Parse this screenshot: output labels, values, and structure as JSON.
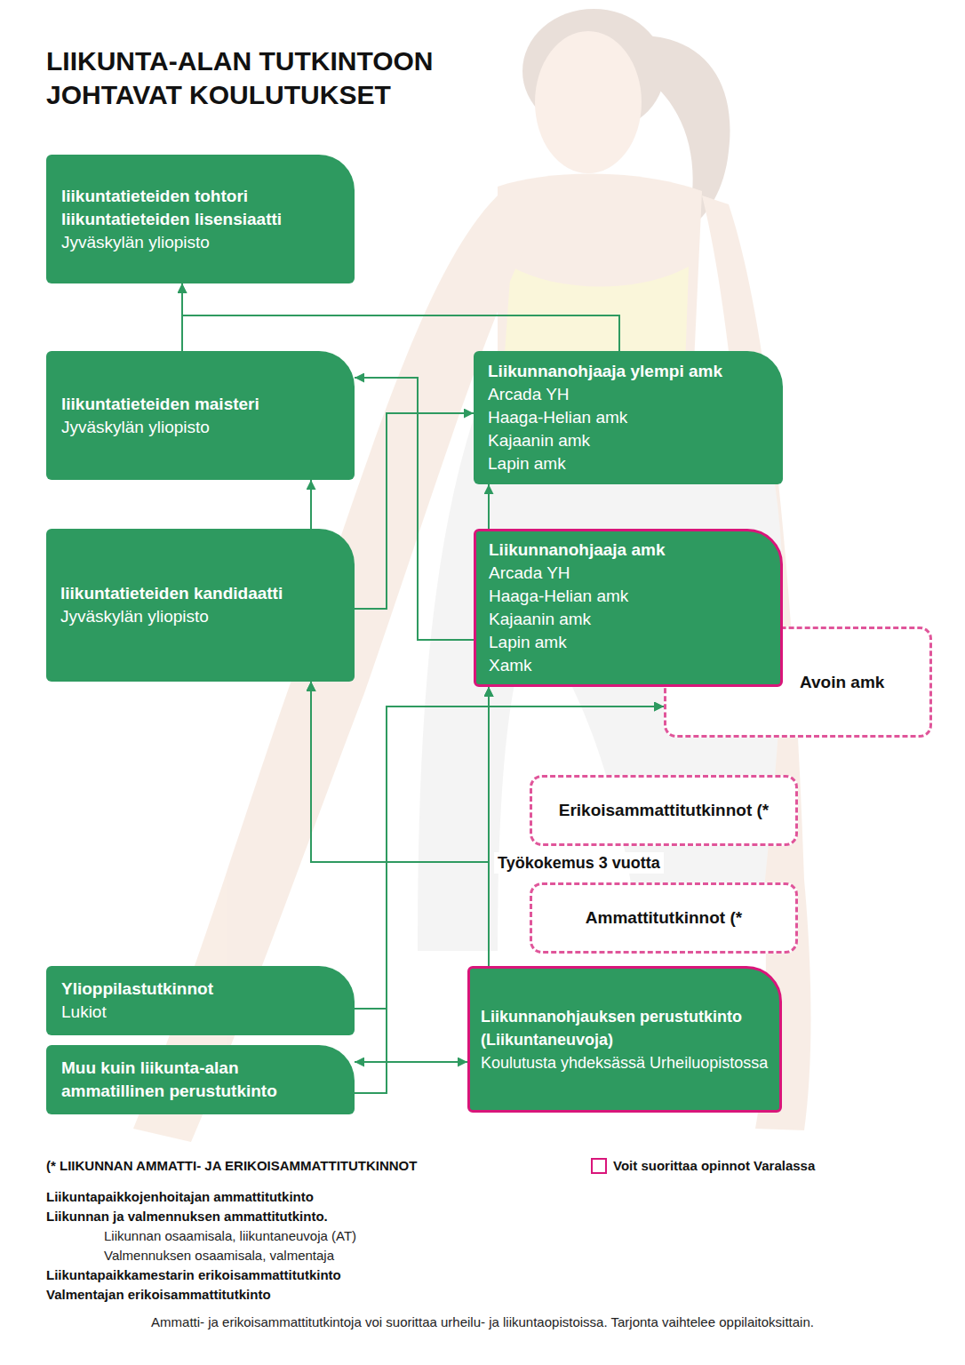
{
  "diagram": {
    "title": "LIIKUNTA-ALAN TUTKINTOON JOHTAVAT KOULUTUKSET",
    "nodes": [
      {
        "text": [
          "liikuntatieteiden tohtori",
          "liikuntatieteiden lisensiaatti",
          "Jyväskylän yliopisto"
        ]
      },
      {
        "text": [
          "liikuntatieteiden maisteri",
          "Jyväskylän yliopisto"
        ]
      },
      {
        "text": [
          "Liikunnanohjaaja ylempi amk",
          "Arcada YH",
          "Haaga-Helian amk",
          "Kajaanin amk",
          "Lapin amk"
        ]
      },
      {
        "text": [
          "liikuntatieteiden kandidaatti",
          "Jyväskylän yliopisto"
        ]
      },
      {
        "text": [
          "Liikunnanohjaaja amk",
          "Arcada YH",
          "Haaga-Helian amk",
          "Kajaanin amk",
          "Lapin amk",
          "Xamk"
        ]
      },
      {
        "text": [
          "Avoin amk"
        ]
      },
      {
        "text": [
          "Erikoisammattitutkinnot (*"
        ]
      },
      {
        "text": [
          "Ammattitutkinnot (*"
        ]
      },
      {
        "text": [
          "Ylioppilastutkinnot",
          "Lukiot"
        ]
      },
      {
        "text": [
          "Liikunnanohjauksen perustutkinto (Liikuntaneuvoja)",
          "Koulutusta yhdeksässä Urheiluopistossa"
        ]
      },
      {
        "text": [
          "Muu kuin liikunta-alan ammatillinen perustutkinto"
        ]
      }
    ],
    "edges": [
      {
        "from": 1,
        "to": 0,
        "arrow": "to"
      },
      {
        "from": 2,
        "to": 0,
        "arrow": "to"
      },
      {
        "from": 3,
        "to": 1,
        "arrow": "to"
      },
      {
        "from": 3,
        "to": 2,
        "arrow": "to"
      },
      {
        "from": 4,
        "to": 1,
        "arrow": "to"
      },
      {
        "from": 4,
        "to": 2,
        "arrow": "to"
      },
      {
        "from": 8,
        "to": 3,
        "arrow": "to"
      },
      {
        "from": 8,
        "to": 4,
        "arrow": "to"
      },
      {
        "from": 8,
        "to": 5,
        "arrow": "to"
      },
      {
        "from": 10,
        "to": 3,
        "arrow": "to"
      },
      {
        "from": 10,
        "to": 4,
        "arrow": "to"
      },
      {
        "from": 10,
        "to": 5,
        "arrow": "to"
      },
      {
        "from": 9,
        "to": 3,
        "label": "Työkokemus 3 vuotta",
        "arrow": "to"
      },
      {
        "from": 9,
        "to": 4,
        "arrow": "to"
      },
      {
        "from": 10,
        "to": 9,
        "arrow": "both"
      }
    ],
    "labels": [
      "(* LIIKUNNAN AMMATTI- JA ERIKOISAMMATTITUTKINNOT",
      "Liikuntapaikkojenhoitajan ammattitutkinto",
      "Liikunnan ja valmennuksen ammattitutkinto.",
      "Liikunnan osaamisala, liikuntaneuvoja (AT)",
      "Valmennuksen osaamisala, valmentaja",
      "Liikuntapaikkamestarin erikoisammattitutkinto",
      "Valmentajan erikoisammattitutkinto",
      "Ammatti- ja erikoisammattitutkintoja voi suorittaa urheilu- ja liikuntaopistoissa. Tarjonta vaihtelee oppilaitoksittain."
    ],
    "legend": [
      {
        "text": "Voit suorittaa opinnot Varalassa"
      }
    ]
  }
}
